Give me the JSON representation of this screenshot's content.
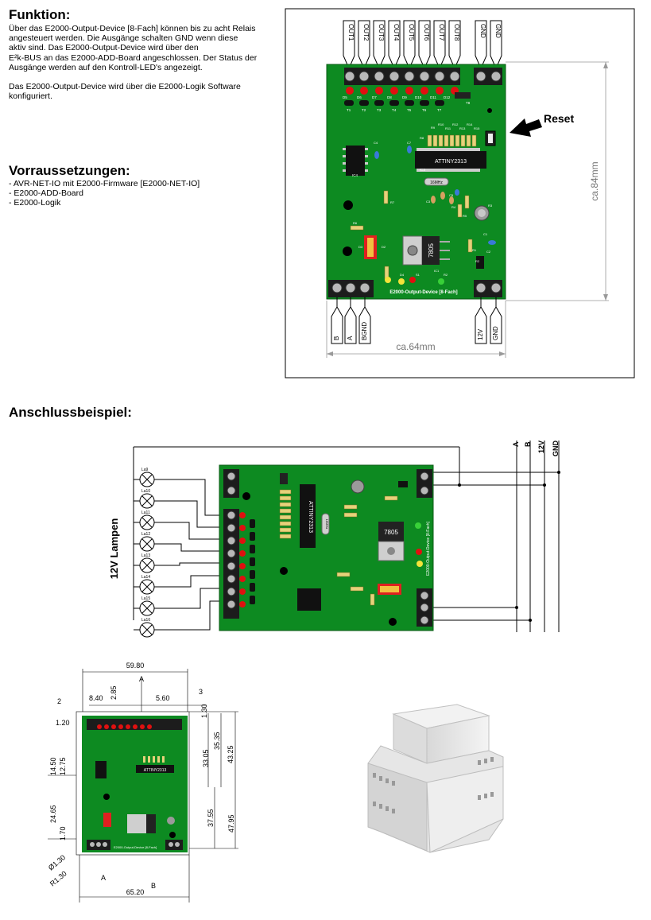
{
  "funktion": {
    "heading": "Funktion:",
    "lines": [
      "Über das E2000-Output-Device [8-Fach] können bis zu acht Relais",
      "angesteuert werden. Die Ausgänge schalten GND wenn diese",
      "aktiv sind. Das E2000-Output-Device wird über den",
      "E²k-BUS an das E2000-ADD-Board angeschlossen. Der Status der",
      "Ausgänge werden auf den Kontroll-LED's angezeigt.",
      "",
      "Das E2000-Output-Device wird über die E2000-Logik Software",
      "konfiguriert."
    ]
  },
  "vorraussetzungen": {
    "heading": "Vorraussetzungen:",
    "items": [
      "- AVR-NET-IO mit E2000-Firmware [E2000-NET-IO]",
      "- E2000-ADD-Board",
      "- E2000-Logik"
    ]
  },
  "board": {
    "out_labels": [
      "OUT1",
      "OUT2",
      "OUT3",
      "OUT4",
      "OUT5",
      "OUT6",
      "OUT7",
      "OUT8"
    ],
    "power_top": [
      "GND",
      "GND"
    ],
    "bus_labels": [
      "B",
      "A",
      "BGND"
    ],
    "power_bottom": [
      "12V",
      "GND"
    ],
    "reset_label": "Reset",
    "height_label": "ca.84mm",
    "width_label": "ca.64mm",
    "chip_main": "ATTINY2313",
    "chip_ic3": "IC3",
    "chip_ic2": "IC2",
    "regulator": "7805",
    "regulator_ref": "IC1",
    "crystal": "16MHz",
    "board_name": "E2000-Output-Device [8-Fach]",
    "led_refs": [
      "D5",
      "D6",
      "D7",
      "D8",
      "D9",
      "D10",
      "D11",
      "D12"
    ],
    "transistor_refs": [
      "T1",
      "T2",
      "T3",
      "T4",
      "T5",
      "T6",
      "T7"
    ],
    "resistor_refs": [
      "R8",
      "R9",
      "R10",
      "R11",
      "R12",
      "R13",
      "R14",
      "R15"
    ],
    "misc_refs": [
      "C4",
      "C7",
      "C3",
      "C5",
      "C6",
      "R6",
      "R7",
      "R4",
      "R5",
      "C2",
      "C1",
      "R3",
      "D1",
      "R1",
      "R2",
      "S1",
      "D4",
      "D3",
      "D2",
      "T8",
      "IC4"
    ]
  },
  "example": {
    "heading": "Anschlussbeispiel:",
    "lamp_group_label": "12V Lampen",
    "lamp_labels": [
      "La9",
      "La10",
      "La11",
      "La12",
      "La13",
      "La14",
      "La15",
      "La16"
    ],
    "bus_lines": [
      "A",
      "B",
      "12V",
      "GND"
    ],
    "chip_main": "ATTINY2313",
    "regulator": "7805",
    "crystal": "16MHz",
    "board_name": "E2000-Output-Device [8-Fach]"
  },
  "dimensions": {
    "top_width": "59.80",
    "marks": [
      "A",
      "2",
      "8.40",
      "2.85",
      "5.60",
      "3",
      "1.30",
      "1.20",
      "14.50",
      "12.75",
      "24.65",
      "1.70",
      "Ø1.30",
      "R1.30",
      "33.05",
      "35.35",
      "43.25",
      "37.55",
      "47.95",
      "65.20",
      "A",
      "B"
    ],
    "chip": "ATTINY2313",
    "board_name": "E2000-Output-Device [8-Fach]"
  }
}
